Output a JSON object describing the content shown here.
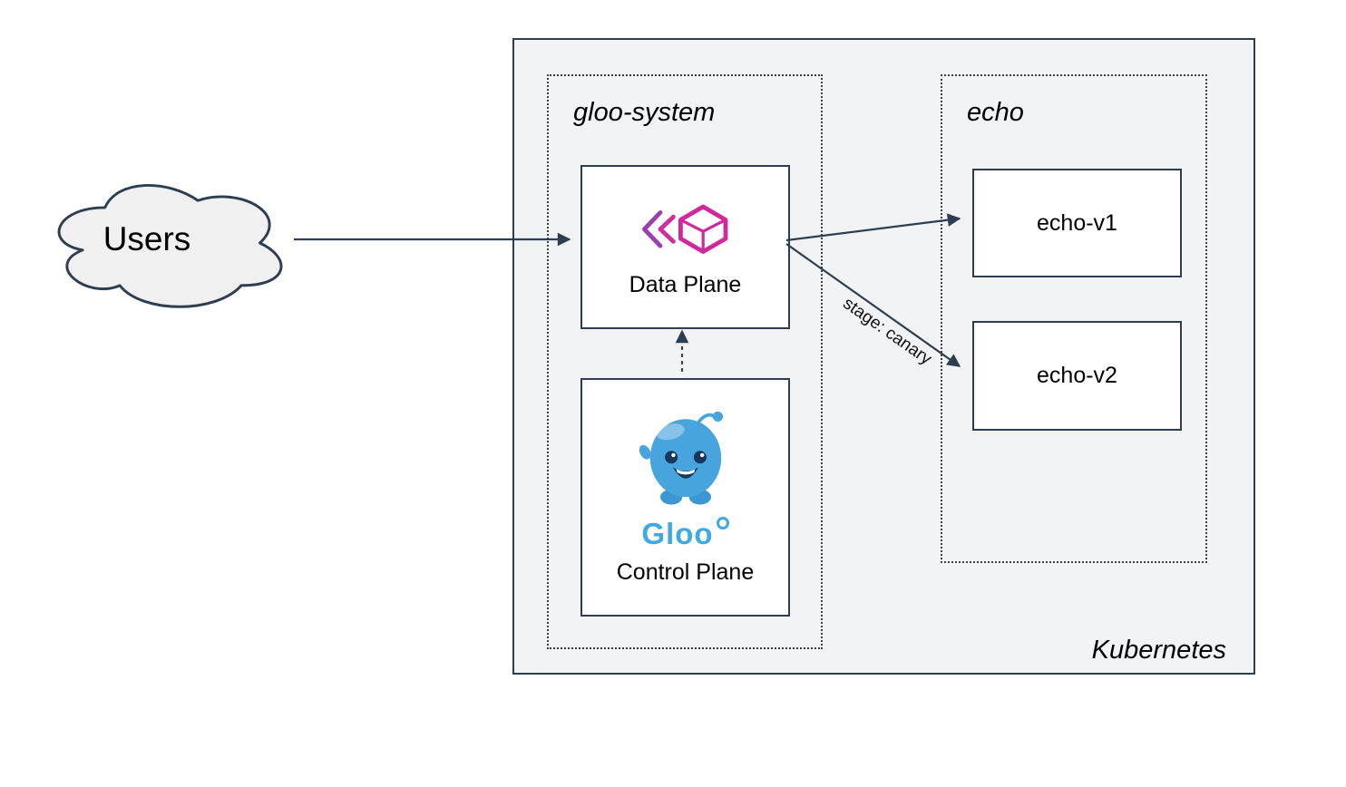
{
  "diagram": {
    "users": {
      "label": "Users"
    },
    "kubernetes": {
      "label": "Kubernetes"
    },
    "gloo_system": {
      "label": "gloo-system"
    },
    "echo": {
      "label": "echo"
    },
    "data_plane": {
      "label": "Data Plane"
    },
    "control_plane": {
      "label": "Control Plane",
      "wordmark": "Gloo"
    },
    "echo_v1": {
      "label": "echo-v1"
    },
    "echo_v2": {
      "label": "echo-v2"
    },
    "edges": {
      "canary_label": "stage: canary"
    }
  },
  "icons": {
    "cloud": "cloud-shape",
    "gateway": "gloo-gateway-icon",
    "mascot": "gloo-mascot-icon"
  },
  "colors": {
    "outline": "#2c3e50",
    "kubernetes_fill": "#f2f3f4",
    "node_fill": "#ffffff",
    "cloud_fill": "#f0f0f0",
    "gloo_pink": "#cd2f9f",
    "gloo_purple": "#9c3fae",
    "gloo_blue": "#47a4dd",
    "wordmark_blue": "#3fa9e1"
  }
}
